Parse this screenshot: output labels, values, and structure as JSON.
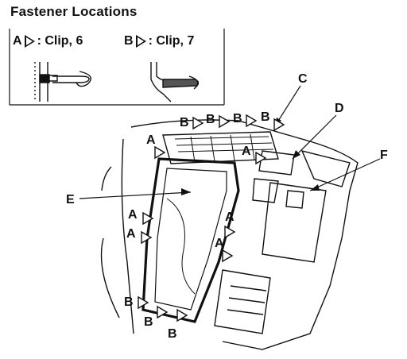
{
  "title": "Fastener Locations",
  "legend": [
    {
      "letter": "A",
      "text": ": Clip, 6"
    },
    {
      "letter": "B",
      "text": ": Clip, 7"
    }
  ],
  "callouts": {
    "C": "C",
    "D": "D",
    "E": "E",
    "F": "F"
  },
  "clips": {
    "A": "A",
    "B": "B"
  }
}
